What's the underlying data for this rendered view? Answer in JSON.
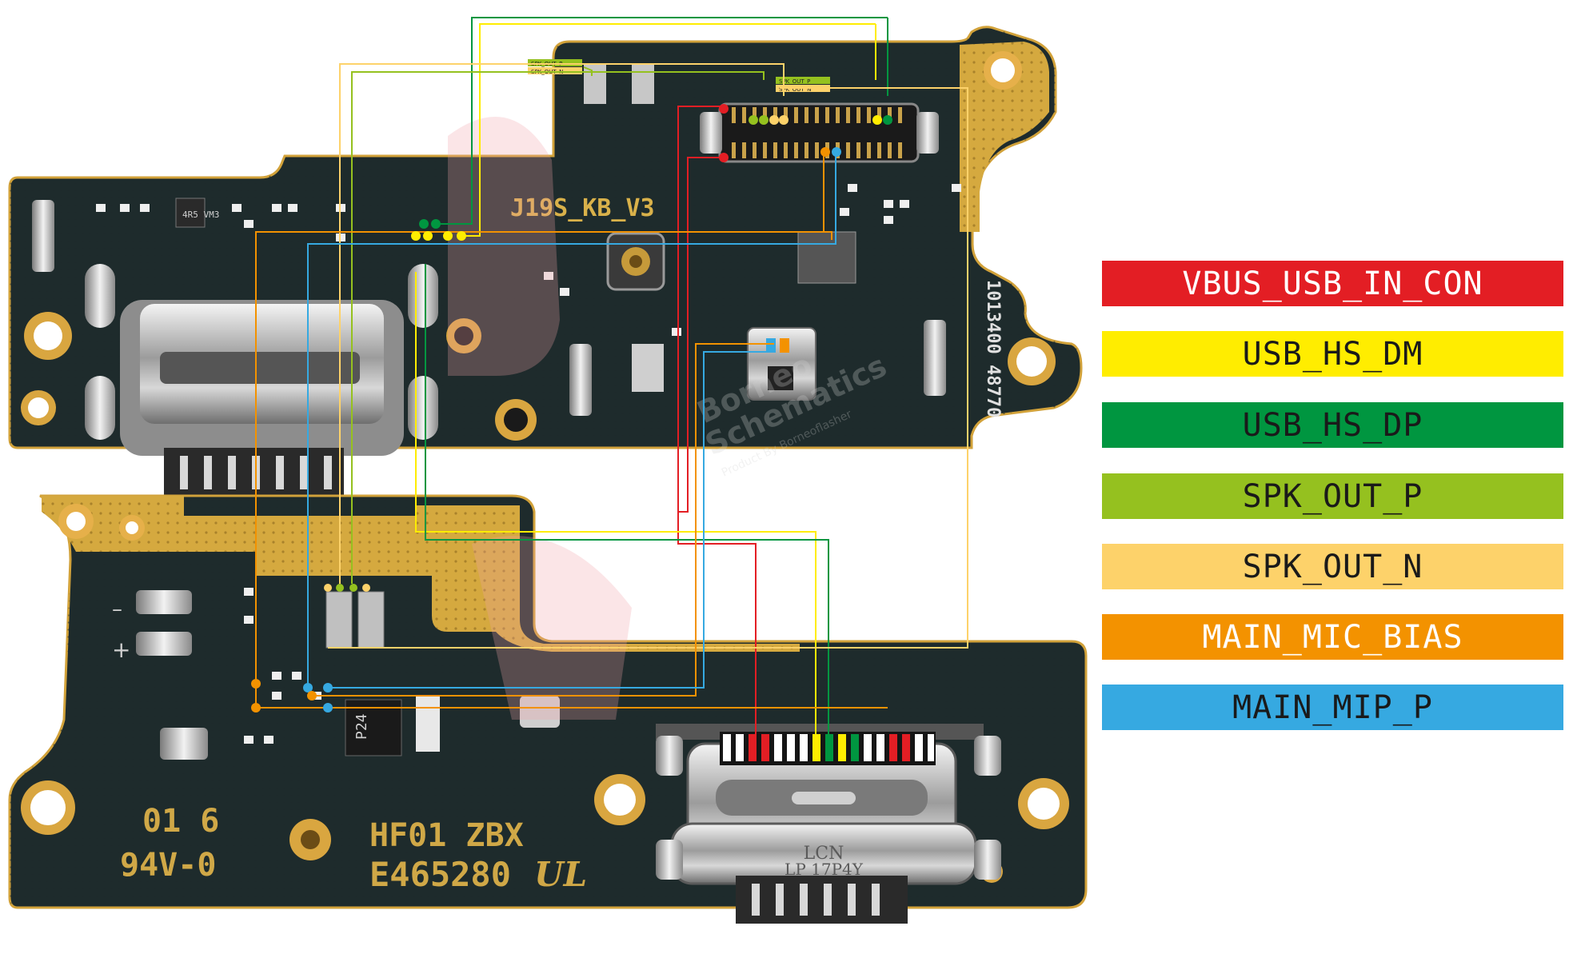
{
  "board": {
    "top_labels": {
      "model": "J19S_KB_V3",
      "serial": "1013400 48770",
      "chip_mark": "4R5 VM3"
    },
    "bottom_labels": {
      "date_code": "01 6",
      "flame_rating": "94V-0",
      "maker": "HF01 ZBX",
      "ul_number": "E465280",
      "ul_logo": "UL",
      "ic_mark": "P24",
      "connector_line1": "LCN",
      "connector_line2": "LP 17P4Y"
    },
    "tiny_tags": {
      "spk_p": "SPK_OUT_P",
      "spk_n": "SPK_OUT_N"
    },
    "watermark": {
      "line1": "Borneo",
      "line2": "Schematics",
      "line3": "Product By Borneoflasher"
    }
  },
  "legend": [
    {
      "label": "VBUS_USB_IN_CON",
      "color": "#e31e24",
      "text_color": "#ffffff"
    },
    {
      "label": "USB_HS_DM",
      "color": "#ffed00",
      "text_color": "#1a1a1a"
    },
    {
      "label": "USB_HS_DP",
      "color": "#009640",
      "text_color": "#1a1a1a"
    },
    {
      "label": "SPK_OUT_P",
      "color": "#95c11f",
      "text_color": "#1a1a1a"
    },
    {
      "label": "SPK_OUT_N",
      "color": "#fdd26a",
      "text_color": "#1a1a1a"
    },
    {
      "label": "MAIN_MIC_BIAS",
      "color": "#f39200",
      "text_color": "#ffffff"
    },
    {
      "label": "MAIN_MIP_P",
      "color": "#36a9e1",
      "text_color": "#1a1a1a"
    }
  ]
}
